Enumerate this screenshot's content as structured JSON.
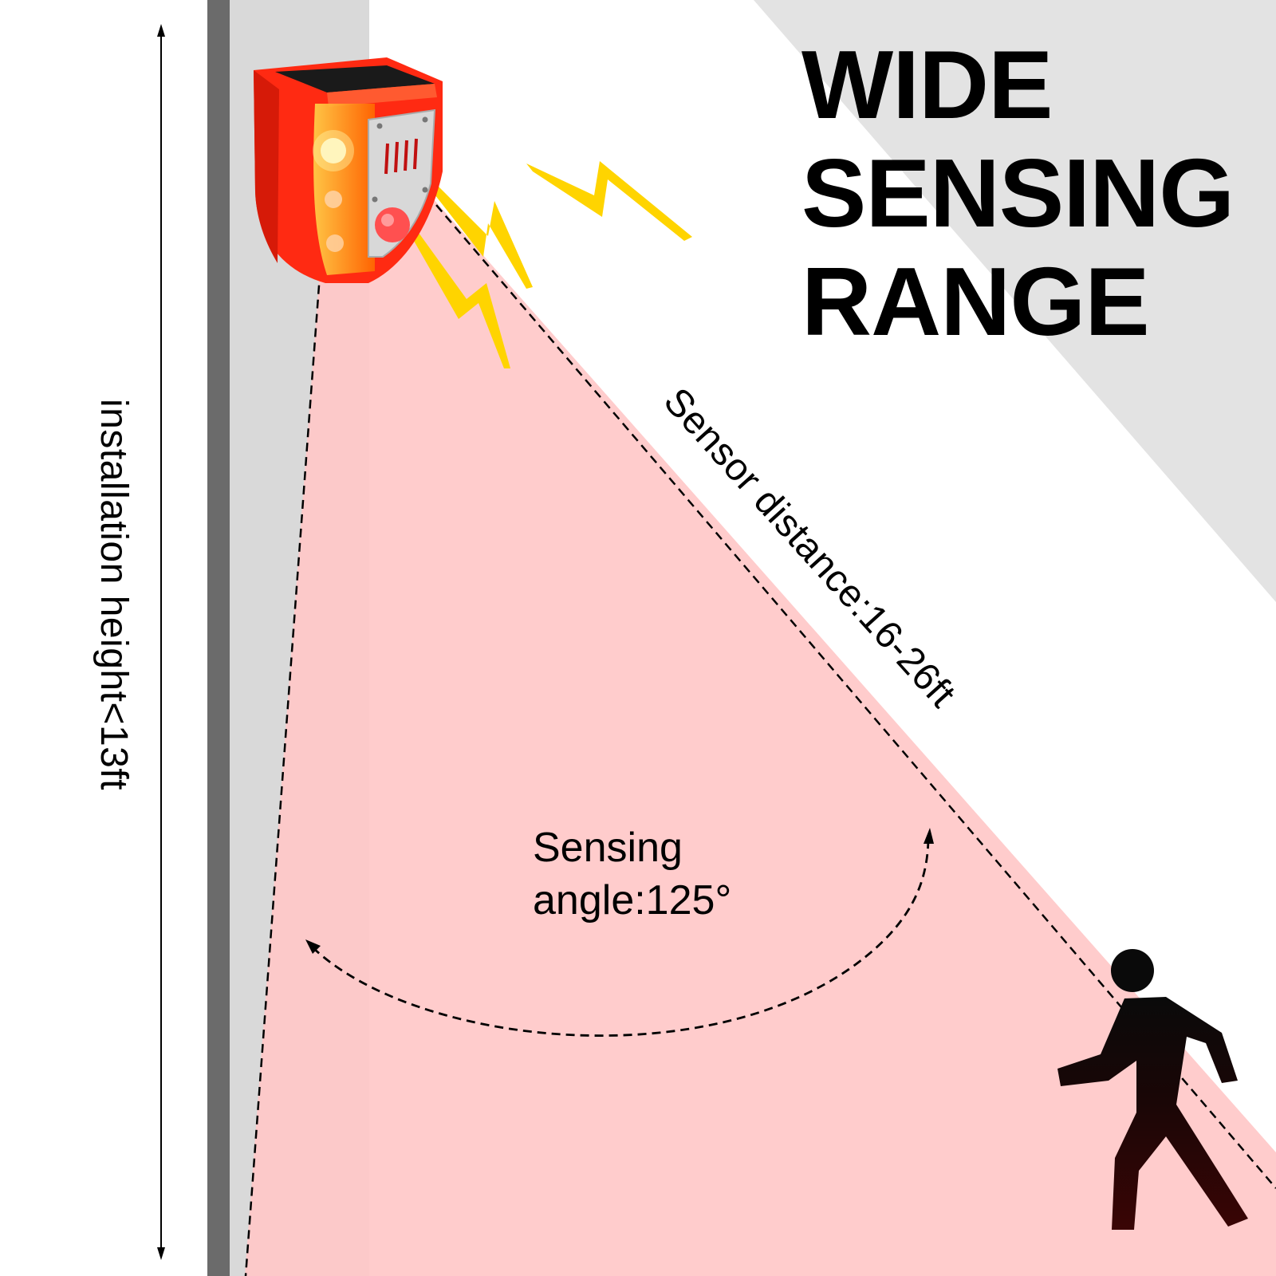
{
  "headline": {
    "line1": "WIDE",
    "line2": "SENSING",
    "line3": "RANGE"
  },
  "labels": {
    "installation_height": "installation height<13ft",
    "sensor_distance": "Sensor distance:16-26ft",
    "sensing_angle_line1": "Sensing",
    "sensing_angle_line2": "angle:125°"
  },
  "colors": {
    "beam": "#ffc9c9",
    "device_body": "#ff2a12",
    "lightning": "#ffd400",
    "wall": "#d9d9d9",
    "wall_edge": "#6b6b6b",
    "figure": "#111111"
  }
}
